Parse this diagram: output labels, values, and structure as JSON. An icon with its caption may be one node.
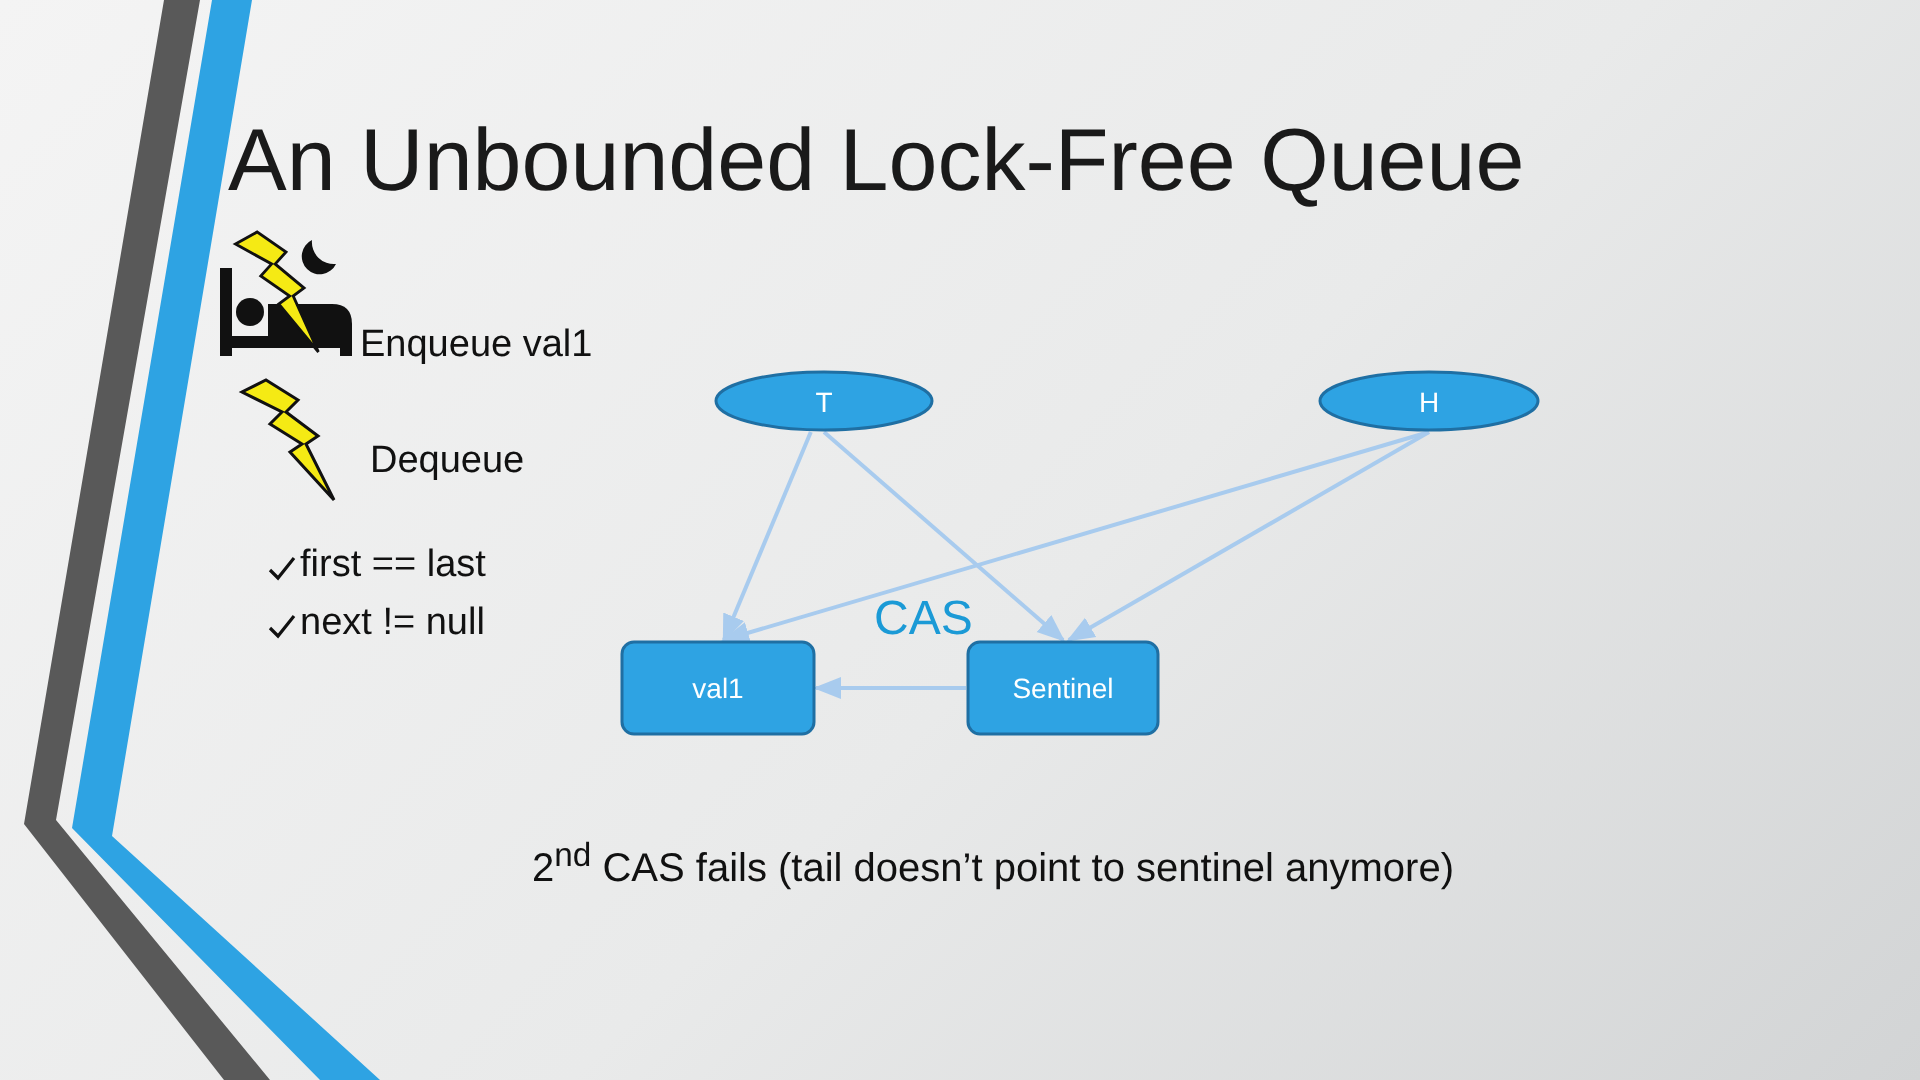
{
  "diagram": {
    "title": "An Unbounded Lock-Free Queue",
    "nodes": [
      {
        "text": [
          "T"
        ]
      },
      {
        "text": [
          "H"
        ]
      },
      {
        "text": [
          "val1"
        ]
      },
      {
        "text": [
          "Sentinel"
        ]
      }
    ],
    "edges": [
      {
        "from": 0,
        "to": 2,
        "arrow": "to"
      },
      {
        "from": 0,
        "to": 3,
        "arrow": "to"
      },
      {
        "from": 1,
        "to": 2,
        "arrow": "to"
      },
      {
        "from": 1,
        "to": 3,
        "arrow": "to"
      },
      {
        "from": 3,
        "to": 2,
        "arrow": "to"
      }
    ],
    "labels": [
      "Enqueue val1",
      "Dequeue",
      "first == last",
      "next != null",
      "CAS",
      "2$^{nd}$ CAS fails (tail doesn’t point to sentinel anymore)"
    ]
  }
}
